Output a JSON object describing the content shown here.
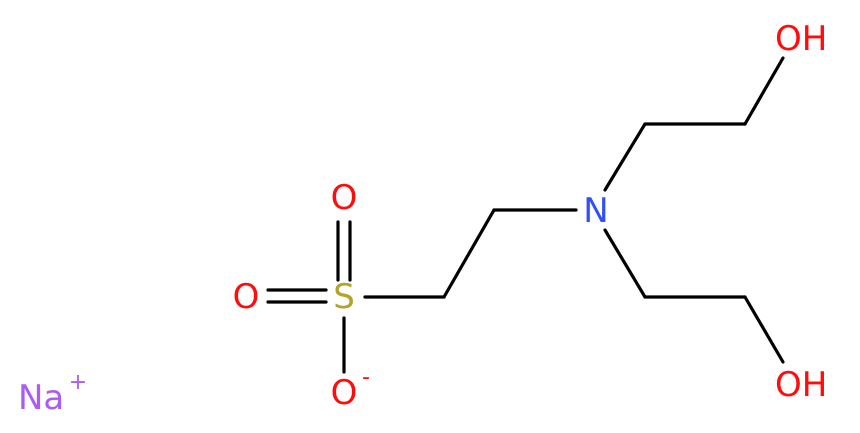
{
  "colors": {
    "bond": "#000000",
    "oxygen": "#ff0d0d",
    "nitrogen": "#3050f8",
    "sulfur": "#b2a32b",
    "sodium": "#ab5cf2"
  },
  "atoms": {
    "o_top": "O",
    "o_left": "O",
    "o_minus": "O",
    "o_minus_charge": "-",
    "sulfur": "S",
    "nitrogen": "N",
    "oh_top": "OH",
    "oh_bottom": "OH",
    "sodium": "Na",
    "sodium_charge": "+"
  }
}
